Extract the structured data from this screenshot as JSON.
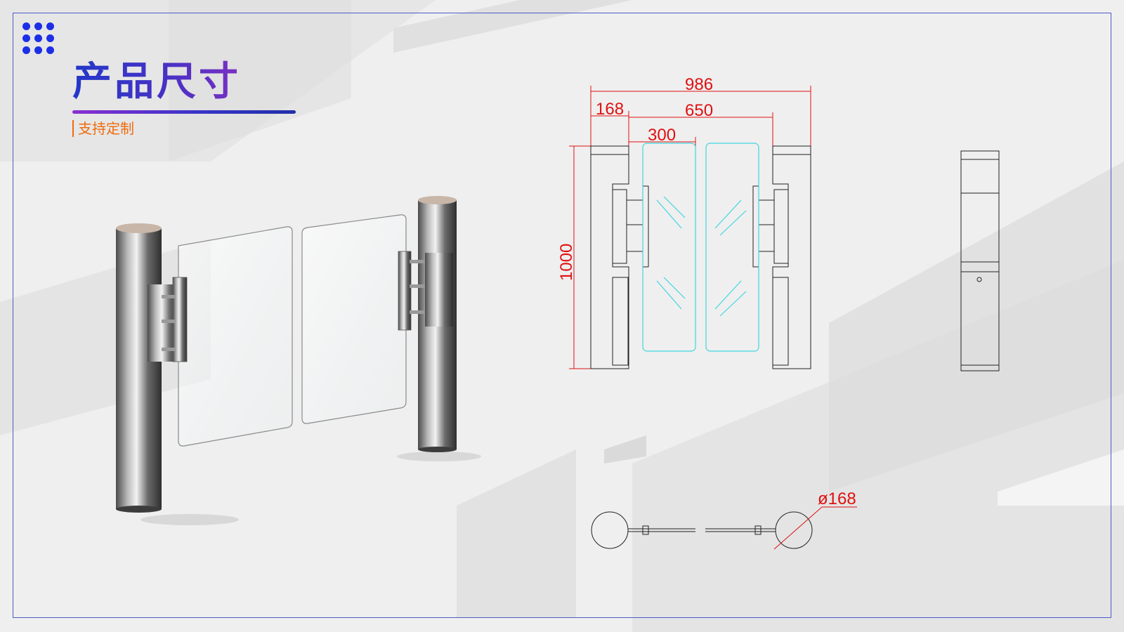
{
  "header": {
    "title": "产品尺寸",
    "subtitle": "支持定制"
  },
  "drawing": {
    "dim_total_width": "986",
    "dim_post_width": "168",
    "dim_passage_width": "650",
    "dim_leaf_width": "300",
    "dim_height": "1000",
    "dim_post_diameter": "ø168"
  },
  "icons": [
    "dot-grid-icon"
  ],
  "colors": {
    "accent_blue": "#1c2fe6",
    "title_gradient_start": "#2337c9",
    "title_gradient_end": "#7a2fc4",
    "subtitle_orange": "#f06a0a",
    "dimension_red": "#e01010",
    "glass_cyan": "#3fd6e0",
    "frame_border": "#4b5bc6"
  }
}
